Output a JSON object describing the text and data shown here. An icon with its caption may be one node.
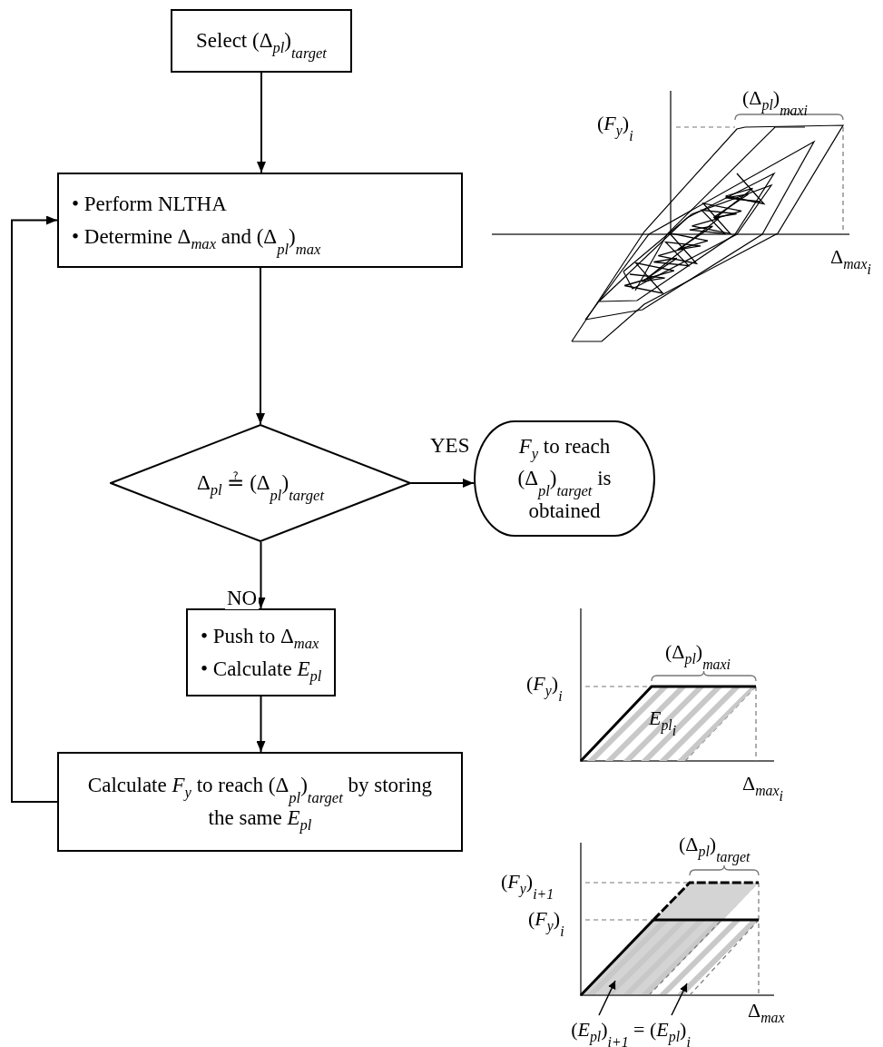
{
  "diagram": {
    "nodes": [
      {
        "text": [
          "Select (Δ$_{pl}$)$_{target}$"
        ]
      },
      {
        "text": [
          "• Perform NLTHA",
          "• Determine Δ$_{max}$ and (Δ$_{pl}$)$_{max}$"
        ]
      },
      {
        "text": [
          "Δ$_{pl}$ ≟ (Δ$_{pl}$)$_{target}$"
        ]
      },
      {
        "text": [
          "*F*$_{y}$ to reach (Δ$_{pl}$)$_{target}$ is obtained"
        ]
      },
      {
        "text": [
          "• Push to Δ$_{max}$",
          "• Calculate *E*$_{pl}$"
        ]
      },
      {
        "text": [
          "Calculate *F*$_{y}$ to reach (Δ$_{pl}$)$_{target}$ by storing the same *E*$_{pl}$"
        ]
      },
      {
        "text": [
          "(*E*$_{pl}$)$_{i+1}$ = (*E*$_{pl}$)$_{i}$"
        ]
      },
      {
        "text": [],
        "shape": "picture"
      },
      {
        "text": [],
        "shape": "picture"
      }
    ],
    "edges": [
      {
        "from": 0,
        "to": 1,
        "arrow": "to"
      },
      {
        "from": 1,
        "to": 2,
        "arrow": "to"
      },
      {
        "from": 2,
        "to": 3,
        "arrow": "to",
        "label": "YES"
      },
      {
        "from": 2,
        "to": 4,
        "arrow": "to",
        "label": "NO"
      },
      {
        "from": 4,
        "to": 5,
        "arrow": "to"
      },
      {
        "from": 5,
        "to": 1,
        "arrow": "to"
      },
      {
        "from": 6,
        "to": 7,
        "arrow": "to"
      },
      {
        "from": 6,
        "to": 8,
        "arrow": "to"
      }
    ],
    "labels": [
      "(Δ$_{pl}$)$_{max}$$_{i}$",
      "(*F*$_{y}$)$_{i}$",
      "Δ$_{max}$$_{i}$",
      "(Δ$_{pl}$)$_{max}$$_{i}$",
      "(*F*$_{y}$)$_{i}$",
      "*E*$_{pl}$$_{i}$",
      "Δ$_{max}$$_{i}$",
      "(Δ$_{pl}$)$_{target}$",
      "(*F*$_{y}$)$_{i+1}$",
      "(*F*$_{y}$)$_{i}$",
      "Δ$_{max}$"
    ]
  }
}
